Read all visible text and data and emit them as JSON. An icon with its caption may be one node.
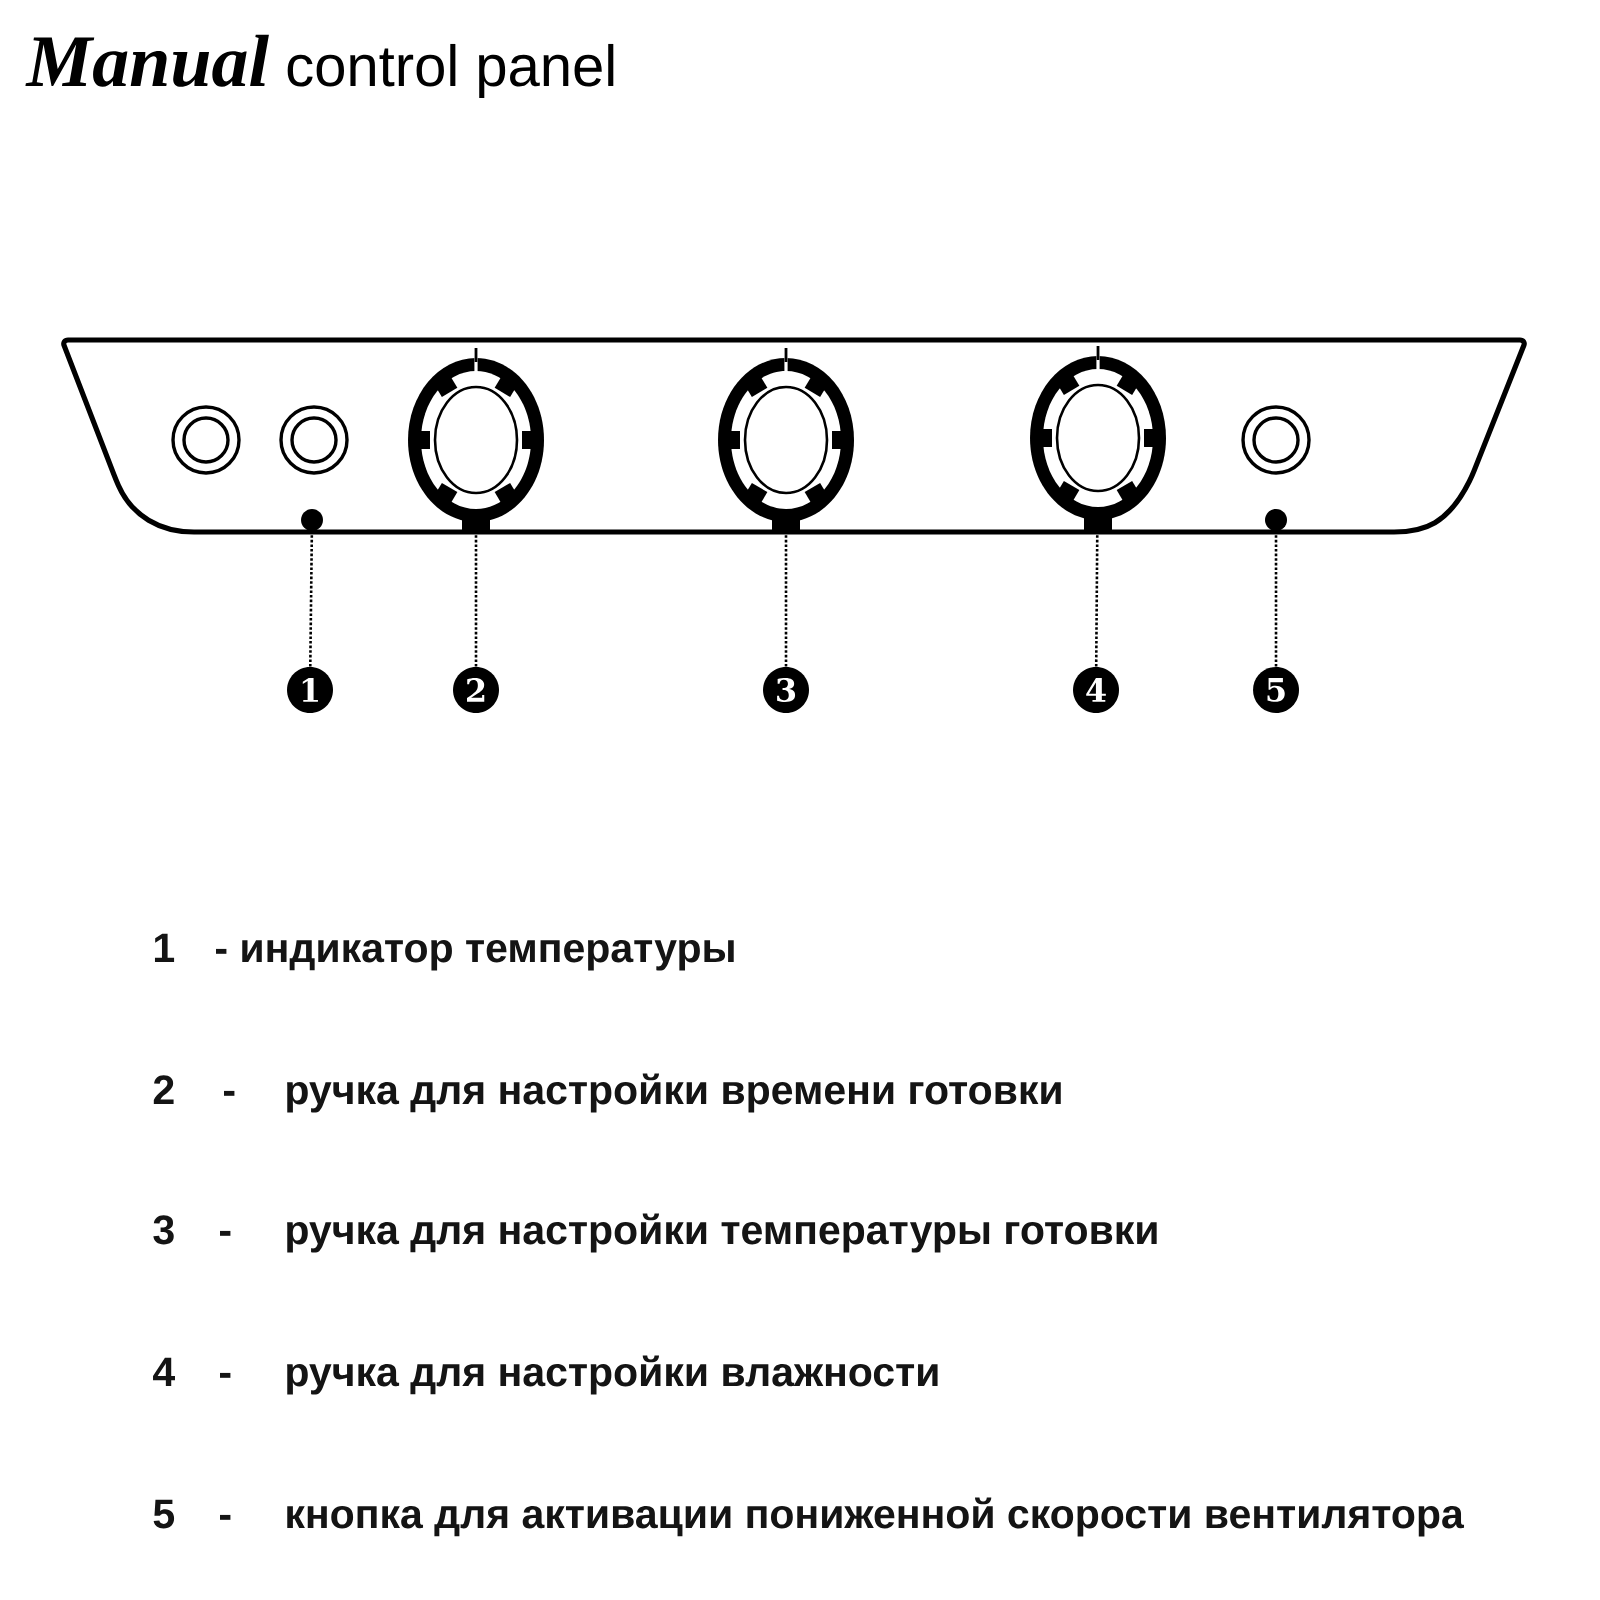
{
  "diagram": {
    "title": "**Manual** control panel",
    "nodes": [
      {
        "text": [],
        "shape": "circle"
      },
      {
        "text": [],
        "shape": "circle"
      },
      {
        "text": [],
        "shape": "circle"
      },
      {
        "text": [],
        "shape": "circle"
      },
      {
        "text": [],
        "shape": "circle"
      },
      {
        "text": [
          "1"
        ]
      },
      {
        "text": [
          "2"
        ]
      },
      {
        "text": [
          "3"
        ]
      },
      {
        "text": [
          "4"
        ]
      },
      {
        "text": [
          "5"
        ]
      }
    ],
    "edges": [
      {
        "from": 5,
        "to": 0,
        "arrow": "none"
      },
      {
        "from": 6,
        "to": 1,
        "arrow": "none"
      },
      {
        "from": 7,
        "to": 2,
        "arrow": "none"
      },
      {
        "from": 8,
        "to": 3,
        "arrow": "none"
      },
      {
        "from": 9,
        "to": 4,
        "arrow": "none"
      }
    ],
    "labels": [
      "1",
      "- индикатор температуры",
      "2",
      "-",
      "ручка для настройки времени готовки",
      "3",
      "-",
      "ручка для настройки температуры готовки",
      "4",
      "-",
      "ручка для настройки влажности",
      "5",
      "-",
      "кнопка для активации пониженной скорости вентилятора"
    ]
  }
}
